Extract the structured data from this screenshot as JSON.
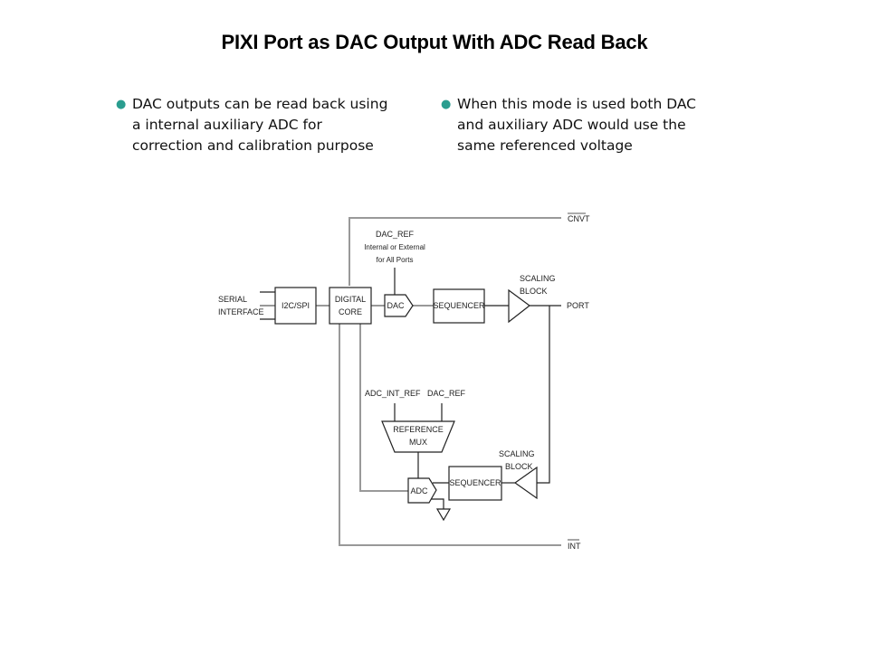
{
  "slide": {
    "title": "PIXI Port as DAC Output With ADC Read Back",
    "bullets": [
      {
        "icon": "bullet-dot",
        "text": "DAC outputs can be read back using\na internal auxiliary ADC for\ncorrection and calibration purpose"
      },
      {
        "icon": "bullet-dot",
        "text": "When this mode is used both DAC\nand auxiliary ADC would use the\nsame referenced  voltage"
      }
    ],
    "accent_color": "#2a9d8f"
  },
  "diagram": {
    "signals": {
      "cnvt": "CNVT",
      "int": "INT",
      "port": "PORT",
      "serial_line1": "SERIAL",
      "serial_line2": "INTERFACE"
    },
    "blocks": {
      "i2c_spi": "I2C/SPI",
      "digital_core_line1": "DIGITAL",
      "digital_core_line2": "CORE",
      "dac": "DAC",
      "sequencer_top": "SEQUENCER",
      "sequencer_bottom": "SEQUENCER",
      "adc": "ADC",
      "ref_mux_line1": "REFERENCE",
      "ref_mux_line2": "MUX"
    },
    "labels": {
      "dac_ref_line1": "DAC_REF",
      "dac_ref_line2": "Internal or External",
      "dac_ref_line3": "for All Ports",
      "scaling_top_line1": "SCALING",
      "scaling_top_line2": "BLOCK",
      "scaling_bottom_line1": "SCALING",
      "scaling_bottom_line2": "BLOCK",
      "adc_int_ref": "ADC_INT_REF",
      "dac_ref_mux": "DAC_REF"
    }
  }
}
